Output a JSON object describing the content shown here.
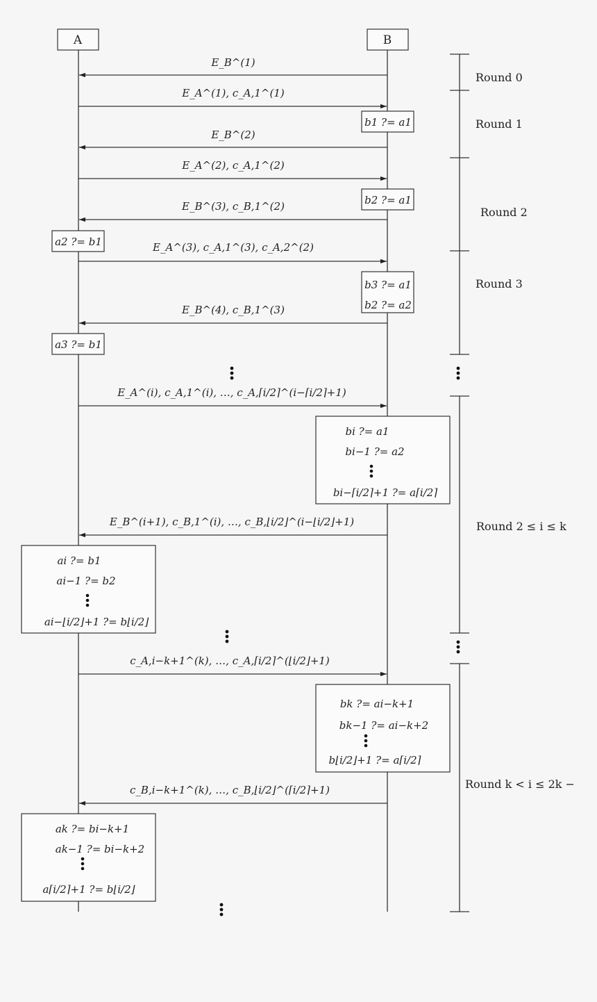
{
  "participants": {
    "a": "A",
    "b": "B"
  },
  "messages": [
    {
      "id": "m1",
      "text": "E_B^(1)"
    },
    {
      "id": "m2",
      "text": "E_A^(1), c_A,1^(1)"
    },
    {
      "id": "m3",
      "text": "E_B^(2)"
    },
    {
      "id": "m4",
      "text": "E_A^(2), c_A,1^(2)"
    },
    {
      "id": "m5",
      "text": "E_B^(3), c_B,1^(2)"
    },
    {
      "id": "m6",
      "text": "E_A^(3), c_A,1^(3), c_A,2^(2)"
    },
    {
      "id": "m7",
      "text": "E_B^(4), c_B,1^(3)"
    },
    {
      "id": "m8",
      "text": "E_A^(i), c_A,1^(i), …, c_A,⌈i/2⌉^(i−⌈i/2⌉+1)"
    },
    {
      "id": "m9",
      "text": "E_B^(i+1), c_B,1^(i), …, c_B,⌊i/2⌋^(i−⌊i/2⌋+1)"
    },
    {
      "id": "m10",
      "text": "c_A,i−k+1^(k), …, c_A,⌈i/2⌉^(⌊i/2⌋+1)"
    },
    {
      "id": "m11",
      "text": "c_B,i−k+1^(k), …, c_B,⌊i/2⌋^(⌈i/2⌉+1)"
    }
  ],
  "checks": {
    "c1": [
      "b1 ?= a1"
    ],
    "c2": [
      "b2 ?= a1"
    ],
    "c3": [
      "a2 ?= b1"
    ],
    "c4": [
      "b3 ?= a1",
      "b2 ?= a2"
    ],
    "c5": [
      "a3 ?= b1"
    ],
    "c6": [
      "bi ?= a1",
      "bi−1 ?= a2",
      "bi−⌈i/2⌉+1 ?= a⌈i/2⌉"
    ],
    "c7": [
      "ai ?= b1",
      "ai−1 ?= b2",
      "ai−⌊i/2⌋+1 ?= b⌊i/2⌋"
    ],
    "c8": [
      "bk ?= ai−k+1",
      "bk−1 ?= ai−k+2",
      "b⌊i/2⌋+1 ?= a⌈i/2⌉"
    ],
    "c9": [
      "ak ?= bi−k+1",
      "ak−1 ?= bi−k+2",
      "a⌈i/2⌉+1 ?= b⌊i/2⌋"
    ]
  },
  "rounds": [
    {
      "id": "r0",
      "label": "Round 0"
    },
    {
      "id": "r1",
      "label": "Round 1"
    },
    {
      "id": "r2",
      "label": "Round 2"
    },
    {
      "id": "r3",
      "label": "Round 3"
    },
    {
      "id": "ri",
      "label": "Round 2 ≤ i ≤ k"
    },
    {
      "id": "rk",
      "label": "Round k < i ≤ 2k −"
    }
  ]
}
